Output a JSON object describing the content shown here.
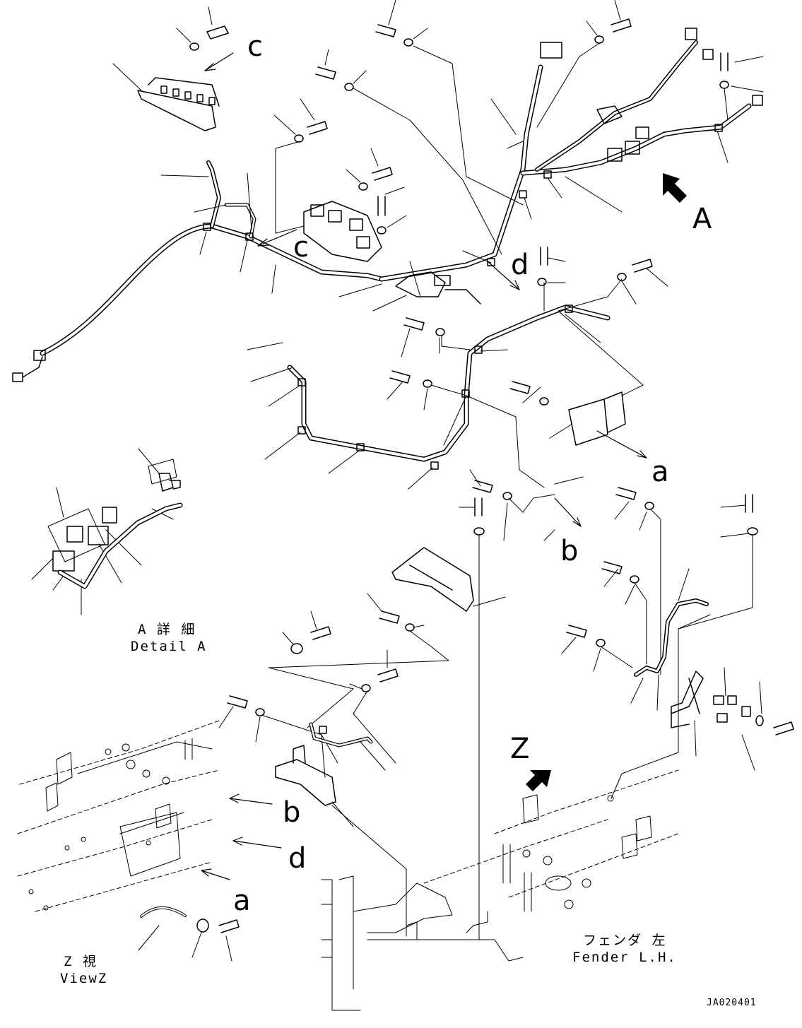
{
  "labels": {
    "c_top": "c",
    "c_mid": "c",
    "d_mid": "d",
    "a_mid": "a",
    "b_mid": "b",
    "A_big": "A",
    "Z_big": "Z",
    "b_low": "b",
    "d_low": "d",
    "a_low": "a"
  },
  "captions": {
    "detail_a_jp": "A 詳 細",
    "detail_a_en": "Detail A",
    "view_z_jp": "Z 視",
    "view_z_en": "ViewZ",
    "fender_jp": "フェンダ 左",
    "fender_en": "Fender L.H."
  },
  "doc_id": "JA020401"
}
